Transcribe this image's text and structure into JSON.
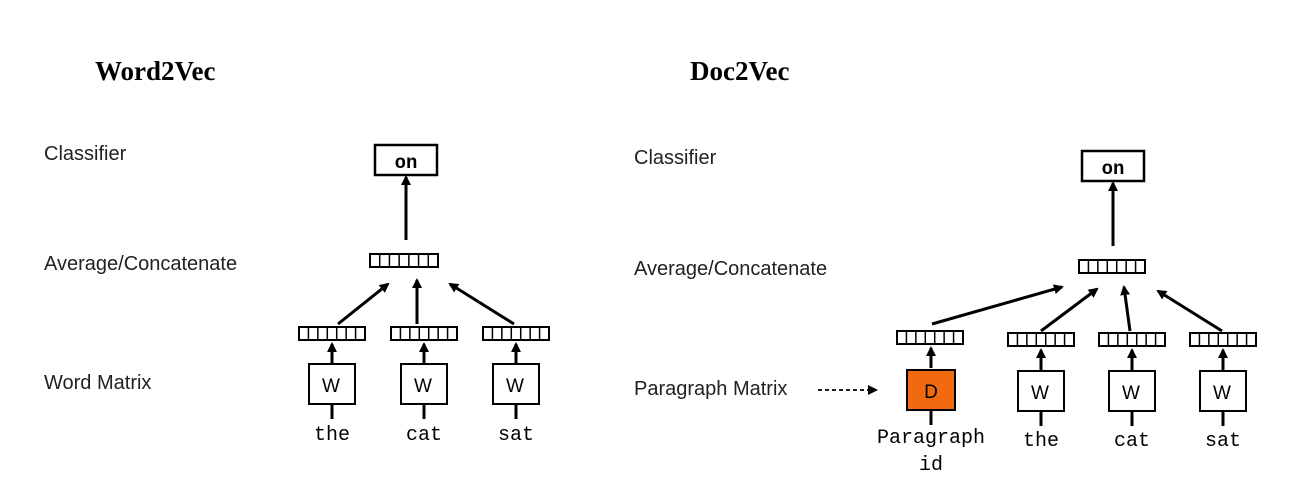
{
  "word2vec": {
    "title": "Word2Vec",
    "labels": {
      "classifier": "Classifier",
      "average": "Average/Concatenate",
      "matrix": "Word Matrix"
    },
    "output": "on",
    "matrix_symbol": "W",
    "words": [
      "the",
      "cat",
      "sat"
    ]
  },
  "doc2vec": {
    "title": "Doc2Vec",
    "labels": {
      "classifier": "Classifier",
      "average": "Average/Concatenate",
      "matrix": "Paragraph Matrix"
    },
    "output": "on",
    "paragraph_symbol": "D",
    "paragraph_label_line1": "Paragraph",
    "paragraph_label_line2": "id",
    "matrix_symbol": "W",
    "words": [
      "the",
      "cat",
      "sat"
    ]
  },
  "colors": {
    "paragraph_fill": "#f26a0f",
    "stroke": "#000000"
  }
}
